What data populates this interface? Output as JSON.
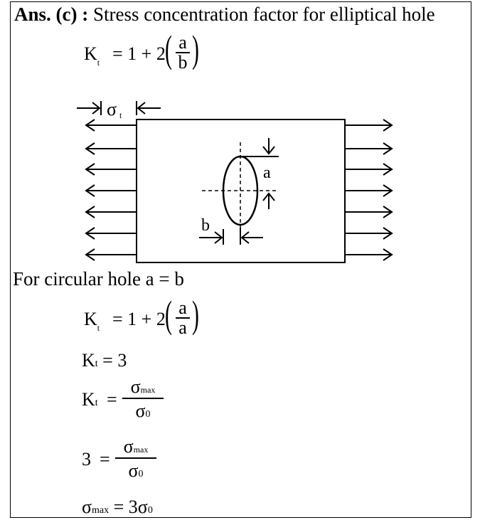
{
  "heading": {
    "prefix": "Ans. (c) :",
    "text": "Stress concentration factor for elliptical hole"
  },
  "formula1": {
    "lhs": "K",
    "lhs_sub": "t",
    "eq": "= 1 + 2",
    "num": "a",
    "den": "b"
  },
  "diagram": {
    "sigma": "σ",
    "sigma_sub": "t",
    "label_a": "a",
    "label_b": "b"
  },
  "circular_line": "For circular hole  a = b",
  "formula2": {
    "lhs": "K",
    "lhs_sub": "t",
    "eq": "= 1 + 2",
    "num": "a",
    "den": "a"
  },
  "formula3": {
    "lhs": "K",
    "lhs_sub": "t",
    "rhs": "= 3"
  },
  "formula4": {
    "lhs": "K",
    "lhs_sub": "t",
    "eq": "=",
    "num": "σ",
    "num_sub": "max",
    "den": "σ",
    "den_sub": "0"
  },
  "formula5": {
    "lhs": "3",
    "eq": "=",
    "num": "σ",
    "num_sub": "max",
    "den": "σ",
    "den_sub": "0"
  },
  "formula6": {
    "lhs": "σ",
    "lhs_sub": "max",
    "rhs": "= 3σ",
    "rhs_sub": "0"
  }
}
